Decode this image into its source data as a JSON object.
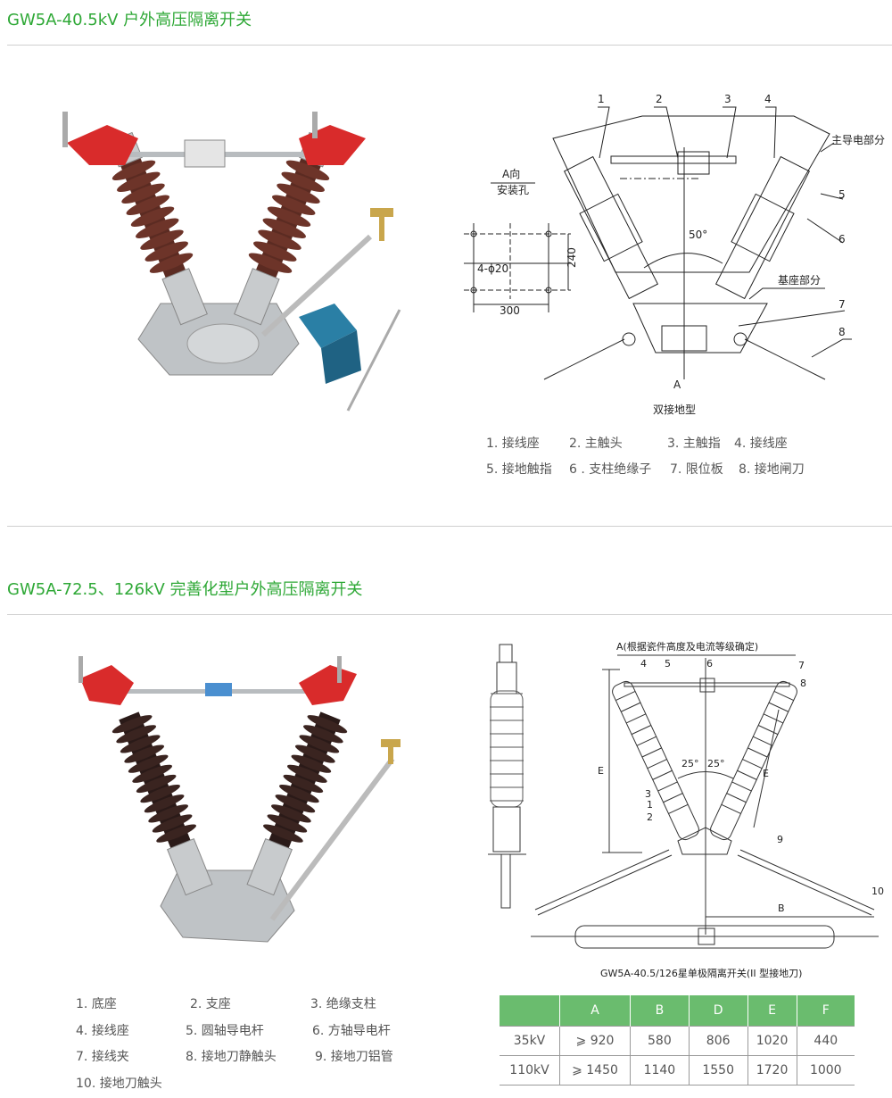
{
  "section1": {
    "title": "GW5A-40.5kV 户外高压隔离开关",
    "diagram": {
      "part_numbers": [
        "1",
        "2",
        "3",
        "4",
        "5",
        "6",
        "7",
        "8"
      ],
      "main_conductive_label": "主导电部分",
      "base_label": "基座部分",
      "angle_label": "50°",
      "view_label": "A向",
      "mounting_holes_label": "安装孔",
      "hole_spec": "4-ϕ20",
      "dim_width": "300",
      "dim_height": "240",
      "arrow_label": "A",
      "caption": "双接地型"
    },
    "legend": [
      "1. 接线座",
      "2. 主触头",
      "3. 主触指",
      "4. 接线座",
      "5. 接地触指",
      "6 . 支柱绝缘子",
      "7. 限位板",
      "8. 接地闸刀"
    ]
  },
  "section2": {
    "title": "GW5A-72.5、126kV 完善化型户外高压隔离开关",
    "diagram": {
      "dim_a_label": "A(根据瓷件高度及电流等级确定)",
      "part_numbers": [
        "1",
        "2",
        "3",
        "4",
        "5",
        "6",
        "7",
        "8",
        "9",
        "10"
      ],
      "angle_left": "25°",
      "angle_right": "25°",
      "dim_e": "E",
      "dim_b": "B",
      "caption": "GW5A-40.5/126星单极隔离开关(II 型接地刀)"
    },
    "legend": [
      "1. 底座",
      "2. 支座",
      "3. 绝缘支柱",
      "4. 接线座",
      "5. 圆轴导电杆",
      "6. 方轴导电杆",
      "7. 接线夹",
      "8. 接地刀静触头",
      "9. 接地刀铝管",
      "10. 接地刀触头"
    ],
    "table": {
      "headers": [
        "",
        "A",
        "B",
        "D",
        "E",
        "F"
      ],
      "rows": [
        [
          "35kV",
          "⩾ 920",
          "580",
          "806",
          "1020",
          "440"
        ],
        [
          "110kV",
          "⩾ 1450",
          "1140",
          "1550",
          "1720",
          "1000"
        ]
      ]
    }
  },
  "colors": {
    "accent": "#2ea836",
    "table_header": "#6abc6e"
  }
}
